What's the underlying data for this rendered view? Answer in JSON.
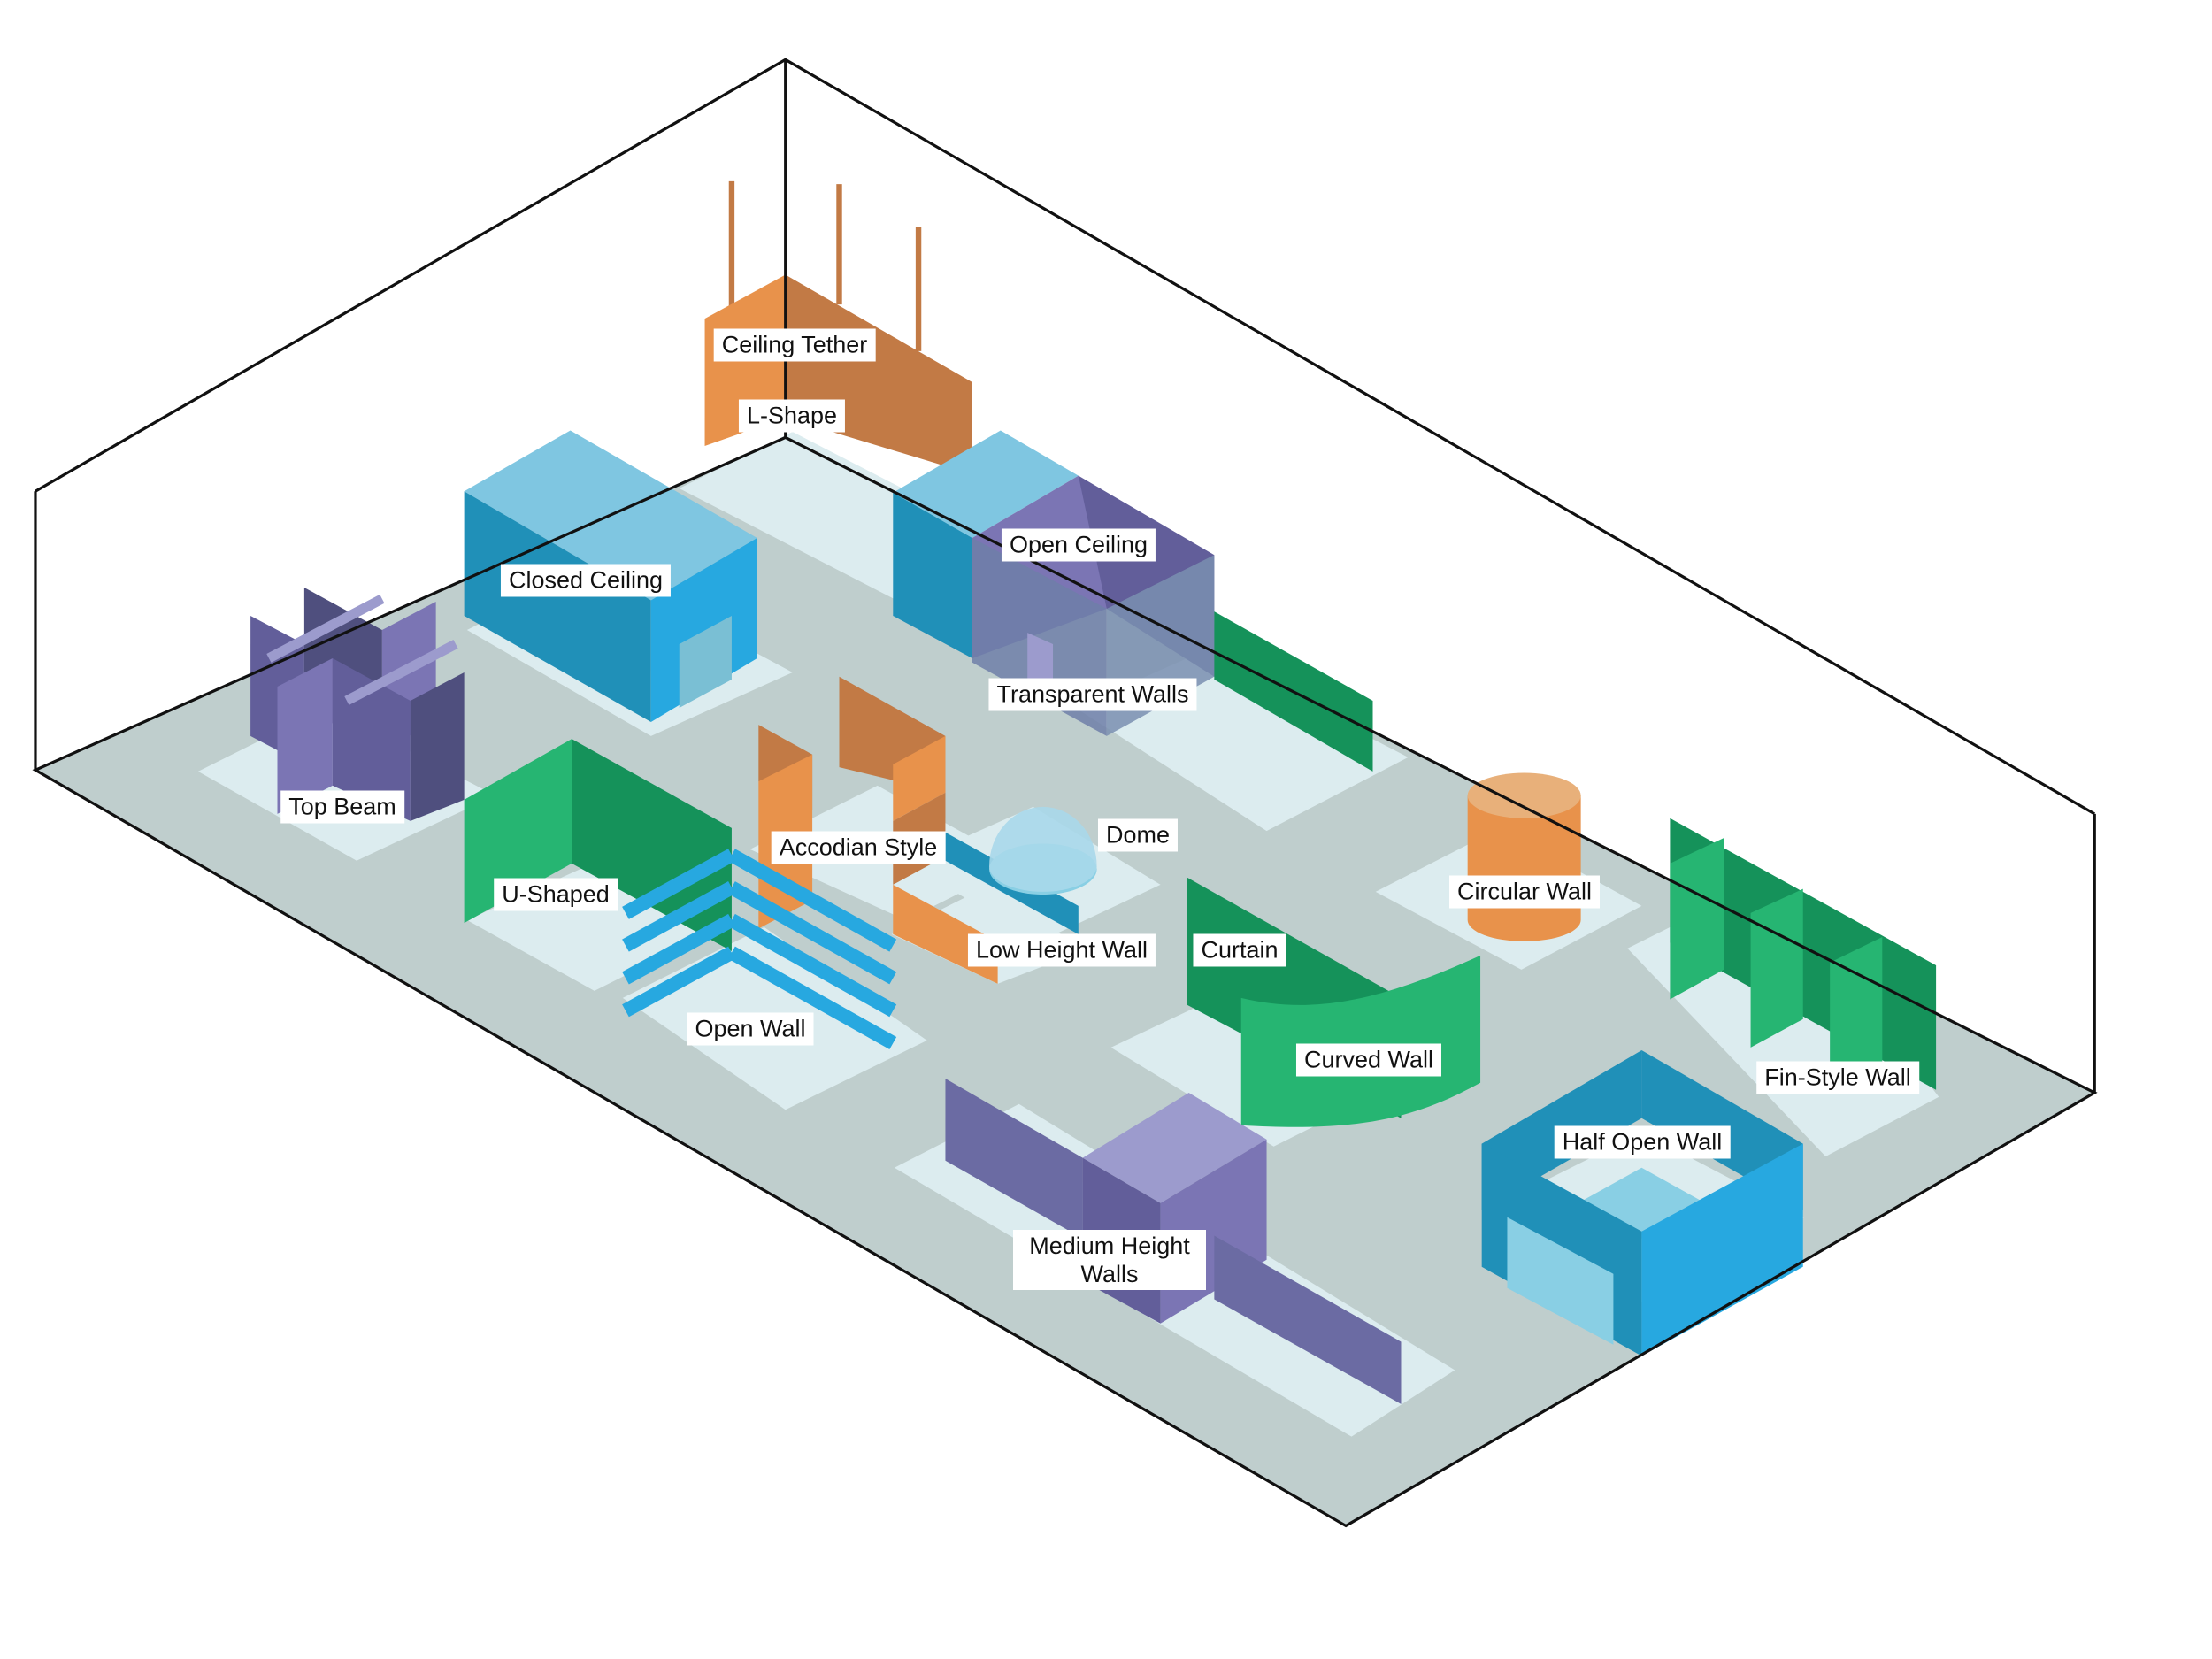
{
  "colors": {
    "outline": "#111111",
    "floor": "#bfcecd",
    "footprint": "#dcecef",
    "orange_light": "#e8924b",
    "orange_dark": "#c27a45",
    "blue_top": "#7fc6e1",
    "blue_side": "#2090b8",
    "blue_front": "#27a8e0",
    "blue_pale": "#89cfe4",
    "purple_light": "#7b75b4",
    "purple_mid": "#625e9a",
    "purple_dark": "#4f4f7e",
    "purple_pale": "#9c9bcd",
    "green_light": "#26b572",
    "green_dark": "#15925a"
  },
  "labels": {
    "ceiling_tether": "Ceiling Tether",
    "l_shape": "L-Shape",
    "closed_ceiling": "Closed Ceiling",
    "open_ceiling": "Open Ceiling",
    "transparent_walls": "Transparent Walls",
    "top_beam": "Top Beam",
    "accodian_style": "Accodian Style",
    "dome": "Dome",
    "u_shaped": "U-Shaped",
    "low_height_wall": "Low Height Wall",
    "curtain": "Curtain",
    "circular_wall": "Circular Wall",
    "open_wall": "Open Wall",
    "curved_wall": "Curved Wall",
    "fin_style_wall": "Fin-Style Wall",
    "half_open_wall": "Half Open Wall",
    "medium_height_walls_line1": "Medium Height",
    "medium_height_walls_line2": "Walls"
  }
}
